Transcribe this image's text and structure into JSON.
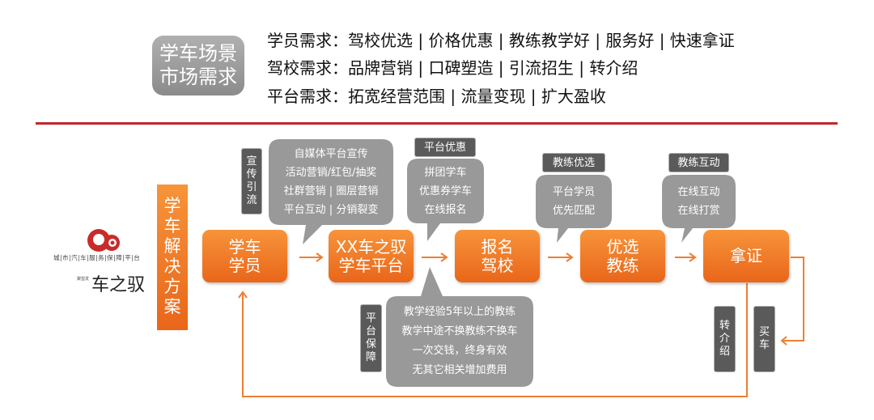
{
  "scene": {
    "label_lines": [
      "学车场景",
      "市场需求"
    ]
  },
  "needs": [
    {
      "label": "学员需求",
      "items": "驾校优选 | 价格优惠 | 教练教学好 | 服务好 | 快速拿证"
    },
    {
      "label": "驾校需求",
      "items": "品牌营销 | 口碑塑造 | 引流招生 | 转介绍"
    },
    {
      "label": "平台需求",
      "items": "拓宽经营范围 | 流量变现 | 扩大盈收"
    }
  ],
  "separator": "：",
  "brand": {
    "tagline": "城|市|汽|车|服|务|保|障|平|台",
    "sub": "聚盟发",
    "name": "车之驭",
    "colors": {
      "logo_red": "#c92a2a"
    }
  },
  "solution": {
    "chars": [
      "学",
      "车",
      "解",
      "决",
      "方",
      "案"
    ]
  },
  "flow": {
    "nodes": [
      {
        "lines": [
          "学车",
          "学员"
        ]
      },
      {
        "lines": [
          "XX车之驭",
          "学车平台"
        ]
      },
      {
        "lines": [
          "报名",
          "驾校"
        ]
      },
      {
        "lines": [
          "优选",
          "教练"
        ]
      },
      {
        "lines": [
          "拿证"
        ]
      }
    ],
    "arrow_color": "#ee7f33"
  },
  "callouts": {
    "promotion": {
      "lines": [
        "自媒体平台宣传",
        "活动营销/红包/抽奖",
        "社群营销 | 圈层营销",
        "平台互动 | 分销裂变"
      ]
    },
    "discount": {
      "lines": [
        "拼团学车",
        "优惠券学车",
        "在线报名"
      ]
    },
    "coach_select": {
      "lines": [
        "平台学员",
        "优先匹配"
      ]
    },
    "coach_interact": {
      "lines": [
        "在线互动",
        "在线打赏"
      ]
    },
    "guarantee": {
      "lines": [
        "教学经验5年以上的教练",
        "教学中途不换教练不换车",
        "一次交钱，终身有效",
        "无其它相关增加费用"
      ]
    }
  },
  "tags": {
    "promotion": [
      "宣",
      "传",
      "引",
      "流"
    ],
    "discount": "平台优惠",
    "coach_select": "教练优选",
    "coach_interact": "教练互动",
    "guarantee": [
      "平",
      "台",
      "保",
      "障"
    ],
    "referral": [
      "转",
      "介",
      "绍"
    ],
    "buy_car": [
      "买",
      "车"
    ]
  },
  "colors": {
    "accent_orange": "#ee7f33",
    "divider_red": "#c0272d",
    "gray": "#999999",
    "dark": "#5a5a5a"
  }
}
